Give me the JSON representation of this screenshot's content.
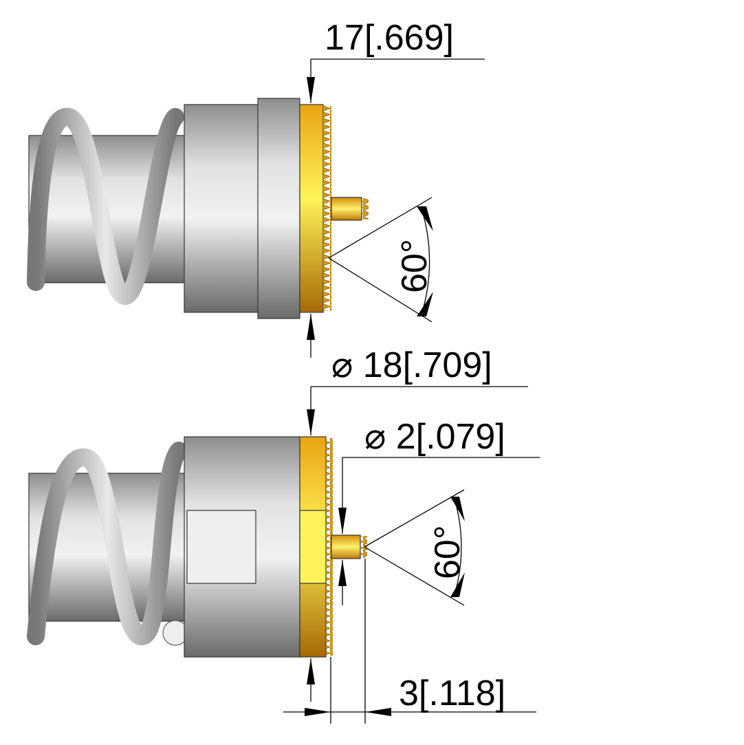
{
  "top_view": {
    "length_dim": "17[.669]",
    "angle_dim": "60°"
  },
  "bottom_view": {
    "diameter_dim": "18[.709]",
    "pin_diameter_dim": "2[.079]",
    "angle_dim": "60°",
    "pin_length_dim": "3[.118]",
    "diameter_symbol": "⌀"
  },
  "colors": {
    "gold": "#f5b81e",
    "gold_light": "#fff04a",
    "steel": "#c8c8c8"
  }
}
